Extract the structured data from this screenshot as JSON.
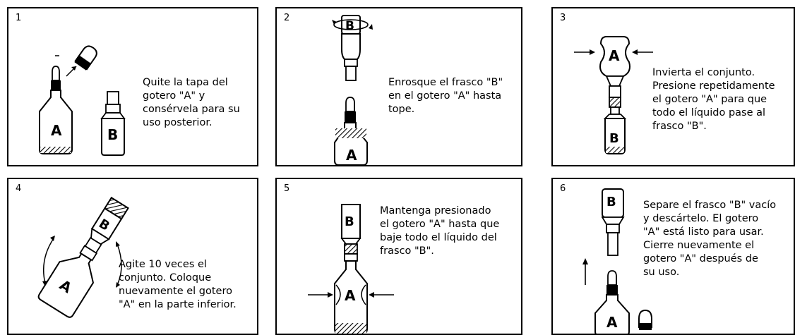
{
  "steps": [
    {
      "number": "1",
      "lines": [
        "Quite la tapa del",
        "gotero \"A\" y",
        "consérvela para su",
        "uso posterior."
      ]
    },
    {
      "number": "2",
      "lines": [
        "Enrosque el frasco \"B\"",
        "en el gotero \"A\" hasta",
        "tope."
      ]
    },
    {
      "number": "3",
      "lines": [
        "Invierta el conjunto.",
        "Presione repetidamente",
        "el gotero \"A\" para que",
        "todo el líquido pase al",
        "frasco \"B\"."
      ]
    },
    {
      "number": "4",
      "lines": [
        "Agite 10 veces el",
        "conjunto. Coloque",
        "nuevamente el gotero",
        "\"A\" en la parte inferior."
      ]
    },
    {
      "number": "5",
      "lines": [
        "Mantenga presionado",
        "el gotero \"A\" hasta que",
        "baje todo el líquido del",
        "frasco \"B\"."
      ]
    },
    {
      "number": "6",
      "lines": [
        "Separe el frasco \"B\" vacío",
        "y descártelo. El gotero",
        "\"A\" está listo para usar.",
        "Cierre nuevamente el",
        "gotero \"A\" después de",
        "su uso."
      ]
    }
  ],
  "bottle_labels": {
    "a": "A",
    "b": "B"
  }
}
